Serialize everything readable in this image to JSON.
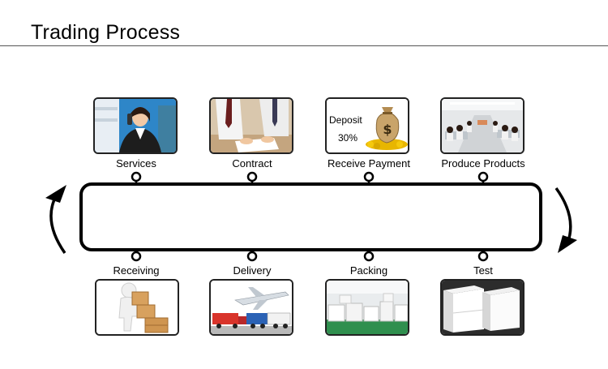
{
  "page": {
    "title": "Trading Process"
  },
  "process": {
    "top_steps": [
      {
        "label": "Services",
        "image": "customer-service-image"
      },
      {
        "label": "Contract",
        "image": "contract-signing-image"
      },
      {
        "label": "Receive Payment",
        "image": "money-bag-image",
        "image_text": [
          "Deposit",
          "30%"
        ]
      },
      {
        "label": "Produce Products",
        "image": "factory-workers-image"
      }
    ],
    "bottom_steps": [
      {
        "label": "Receiving",
        "image": "person-carrying-boxes-image"
      },
      {
        "label": "Delivery",
        "image": "plane-and-trucks-image"
      },
      {
        "label": "Packing",
        "image": "warehouse-packages-image"
      },
      {
        "label": "Test",
        "image": "white-boxes-image"
      }
    ]
  },
  "colors": {
    "line": "#000000",
    "money_gold": "#e8b600",
    "bag": "#c9a46a"
  }
}
